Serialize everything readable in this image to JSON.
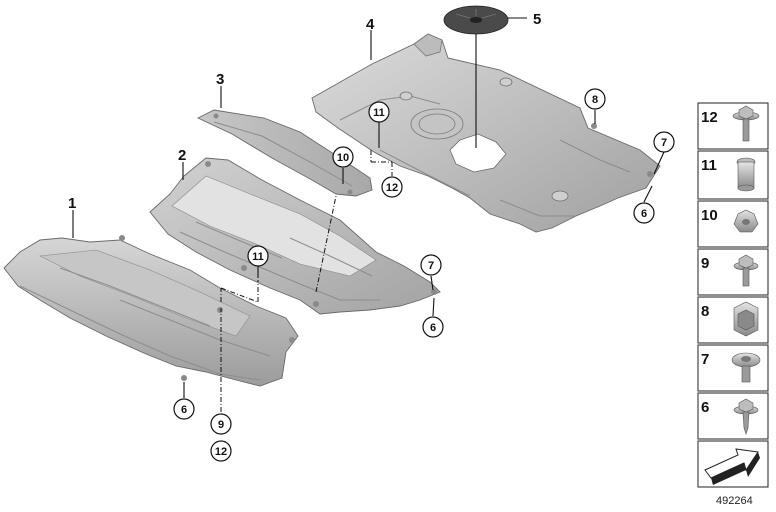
{
  "callouts": {
    "p1": "1",
    "p2": "2",
    "p3": "3",
    "p4": "4",
    "p5": "5",
    "c6a": "6",
    "c6b": "6",
    "c6c": "6",
    "c7a": "7",
    "c7b": "7",
    "c8": "8",
    "c9": "9",
    "c10": "10",
    "c11a": "11",
    "c11b": "11",
    "c12a": "12",
    "c12b": "12"
  },
  "legend": [
    "12",
    "11",
    "10",
    "9",
    "8",
    "7",
    "6"
  ],
  "diagram_id": "492264"
}
